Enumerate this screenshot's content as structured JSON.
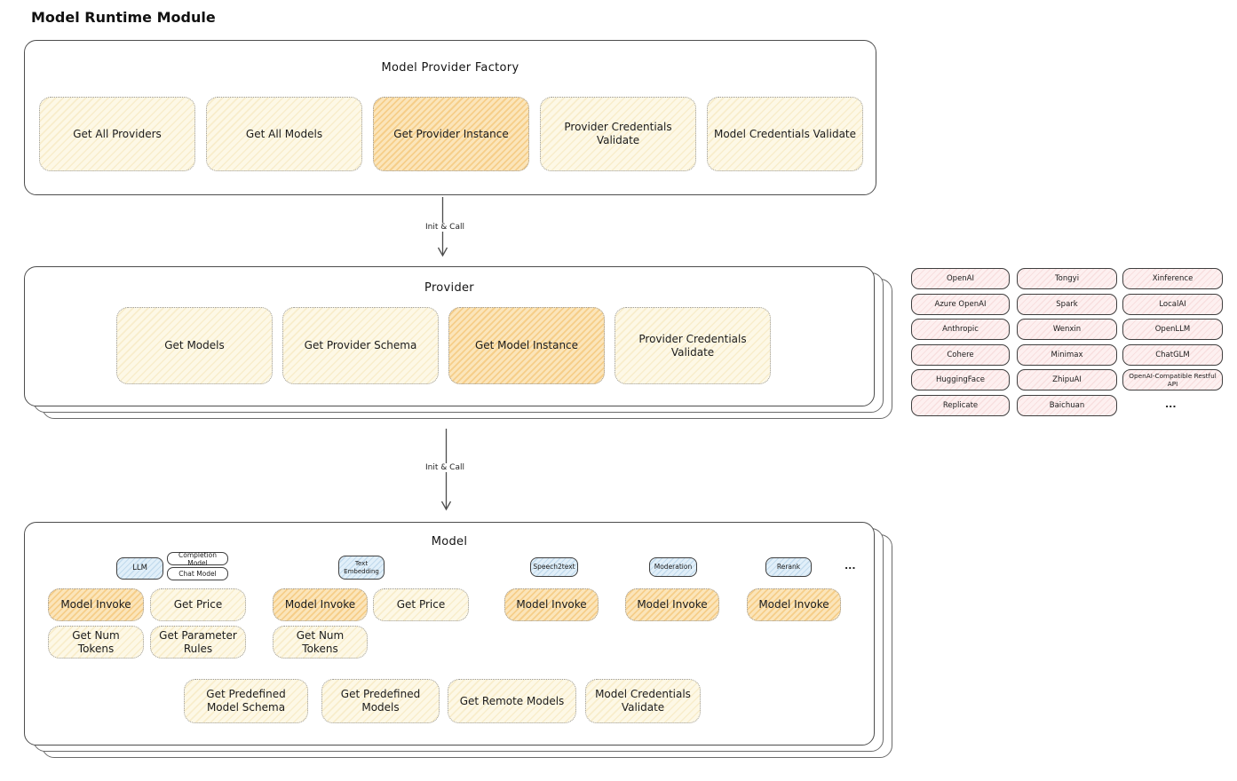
{
  "page_title": "Model Runtime Module",
  "colors": {
    "cream_button": "#fdf8e6",
    "highlight_button": "#fbe5ba",
    "provider_pink": "#fdf0f0",
    "tag_blue": "#e1eff9",
    "box_border": "#4d4d4d",
    "dotted_border": "#9a9a9a"
  },
  "factory": {
    "title": "Model Provider Factory",
    "buttons": [
      {
        "label": "Get All Providers",
        "highlighted": false
      },
      {
        "label": "Get All Models",
        "highlighted": false
      },
      {
        "label": "Get Provider Instance",
        "highlighted": true
      },
      {
        "label": "Provider Credentials Validate",
        "highlighted": false
      },
      {
        "label": "Model Credentials Validate",
        "highlighted": false
      }
    ]
  },
  "arrow1": {
    "label": "Init & Call"
  },
  "arrow2": {
    "label": "Init & Call"
  },
  "provider": {
    "title": "Provider",
    "buttons": [
      {
        "label": "Get Models",
        "highlighted": false
      },
      {
        "label": "Get Provider Schema",
        "highlighted": false
      },
      {
        "label": "Get Model Instance",
        "highlighted": true
      },
      {
        "label": "Provider Credentials Validate",
        "highlighted": false
      }
    ]
  },
  "provider_list": {
    "columns": [
      [
        "OpenAI",
        "Azure OpenAI",
        "Anthropic",
        "Cohere",
        "HuggingFace",
        "Replicate"
      ],
      [
        "Tongyi",
        "Spark",
        "Wenxin",
        "Minimax",
        "ZhipuAI",
        "Baichuan"
      ],
      [
        "Xinference",
        "LocalAI",
        "OpenLLM",
        "ChatGLM",
        "OpenAI-Compatible Restful API"
      ]
    ],
    "ellipsis": "..."
  },
  "model": {
    "title": "Model",
    "tags": {
      "llm": "LLM",
      "completion": "Completion Model",
      "chat": "Chat Model",
      "text_embedding": "Text Embedding",
      "speech2text": "Speech2text",
      "moderation": "Moderation",
      "rerank": "Rerank",
      "ellipsis": "..."
    },
    "row1": [
      "Model Invoke",
      "Get Price",
      "Model Invoke",
      "Get Price",
      "Model Invoke",
      "Model Invoke",
      "Model Invoke"
    ],
    "row2": [
      "Get Num Tokens",
      "Get Parameter Rules",
      "Get Num Tokens"
    ],
    "row3": [
      "Get Predefined Model Schema",
      "Get Predefined Models",
      "Get Remote Models",
      "Model Credentials Validate"
    ]
  }
}
